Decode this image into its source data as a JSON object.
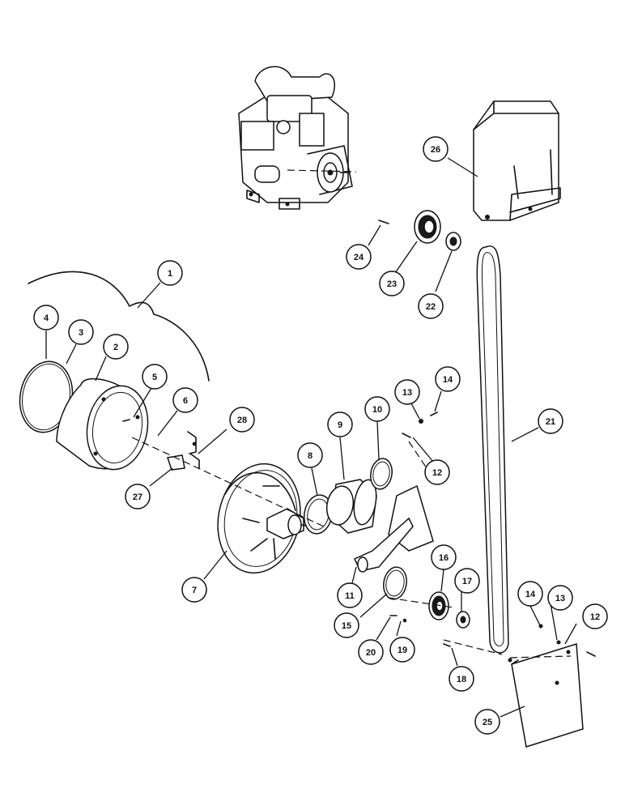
{
  "callouts": [
    {
      "id": "c1",
      "label": "1"
    },
    {
      "id": "c2",
      "label": "2"
    },
    {
      "id": "c3",
      "label": "3"
    },
    {
      "id": "c4",
      "label": "4"
    },
    {
      "id": "c5",
      "label": "5"
    },
    {
      "id": "c6",
      "label": "6"
    },
    {
      "id": "c7",
      "label": "7"
    },
    {
      "id": "c8",
      "label": "8"
    },
    {
      "id": "c9",
      "label": "9"
    },
    {
      "id": "c10",
      "label": "10"
    },
    {
      "id": "c11",
      "label": "11"
    },
    {
      "id": "c12a",
      "label": "12"
    },
    {
      "id": "c12b",
      "label": "12"
    },
    {
      "id": "c13a",
      "label": "13"
    },
    {
      "id": "c13b",
      "label": "13"
    },
    {
      "id": "c14a",
      "label": "14"
    },
    {
      "id": "c14b",
      "label": "14"
    },
    {
      "id": "c15",
      "label": "15"
    },
    {
      "id": "c16",
      "label": "16"
    },
    {
      "id": "c17",
      "label": "17"
    },
    {
      "id": "c18",
      "label": "18"
    },
    {
      "id": "c19",
      "label": "19"
    },
    {
      "id": "c20",
      "label": "20"
    },
    {
      "id": "c21",
      "label": "21"
    },
    {
      "id": "c22",
      "label": "22"
    },
    {
      "id": "c23",
      "label": "23"
    },
    {
      "id": "c24",
      "label": "24"
    },
    {
      "id": "c25",
      "label": "25"
    },
    {
      "id": "c26",
      "label": "26"
    },
    {
      "id": "c27",
      "label": "27"
    },
    {
      "id": "c28",
      "label": "28"
    }
  ]
}
